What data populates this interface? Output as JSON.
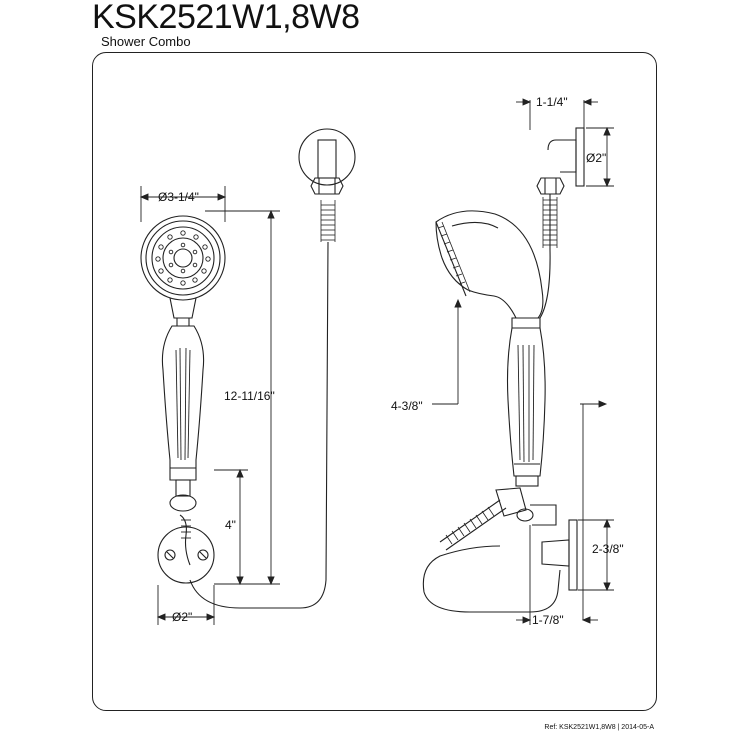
{
  "header": {
    "title": "KSK2521W1,8W8",
    "subtitle": "Shower Combo"
  },
  "dimensions": {
    "head_diameter": "Ø3-1/4\"",
    "overall_length": "12-11/16\"",
    "holder_height": "4\"",
    "flange_diameter_front": "Ø2\"",
    "elbow_offset": "1-1/4\"",
    "elbow_flange_diameter": "Ø2\"",
    "head_depth": "4-3/8\"",
    "bracket_height": "2-3/8\"",
    "bracket_projection": "1-7/8\""
  },
  "footer": {
    "reference": "Ref: KSK2521W1,8W8 | 2014-05-A"
  }
}
